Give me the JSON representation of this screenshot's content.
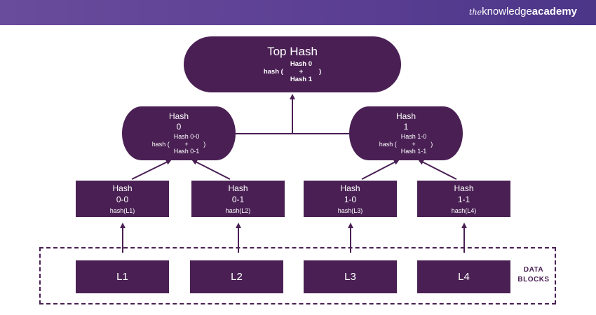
{
  "brand": {
    "the": "the",
    "knowledge": "knowledge",
    "academy": "academy"
  },
  "top_hash": {
    "title": "Top Hash",
    "fn": "hash (",
    "close": ")",
    "a": "Hash 0",
    "op": "+",
    "b": "Hash 1"
  },
  "hash0": {
    "title1": "Hash",
    "title2": "0",
    "fn": "hash (",
    "close": ")",
    "a": "Hash 0-0",
    "op": "+",
    "b": "Hash 0-1"
  },
  "hash1": {
    "title1": "Hash",
    "title2": "1",
    "fn": "hash (",
    "close": ")",
    "a": "Hash 1-0",
    "op": "+",
    "b": "Hash 1-1"
  },
  "leaves": [
    {
      "title1": "Hash",
      "title2": "0-0",
      "sub": "hash(L1)"
    },
    {
      "title1": "Hash",
      "title2": "0-1",
      "sub": "hash(L2)"
    },
    {
      "title1": "Hash",
      "title2": "1-0",
      "sub": "hash(L3)"
    },
    {
      "title1": "Hash",
      "title2": "1-1",
      "sub": "hash(L4)"
    }
  ],
  "blocks": [
    "L1",
    "L2",
    "L3",
    "L4"
  ],
  "data_blocks_label": {
    "line1": "DATA",
    "line2": "BLOCKS"
  },
  "colors": {
    "node": "#4a2054",
    "header_start": "#6a4c9c",
    "header_end": "#4b3688",
    "line": "#4a2054",
    "background": "#ffffff"
  }
}
